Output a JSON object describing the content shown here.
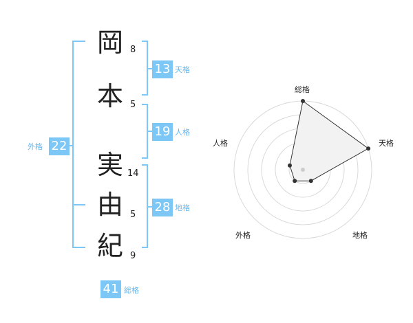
{
  "name": {
    "characters": [
      {
        "char": "岡",
        "strokes": "8"
      },
      {
        "char": "本",
        "strokes": "5"
      },
      {
        "char": "実",
        "strokes": "14"
      },
      {
        "char": "由",
        "strokes": "5"
      },
      {
        "char": "紀",
        "strokes": "9"
      }
    ]
  },
  "kaku": {
    "tenkaku": {
      "label": "天格",
      "value": "13"
    },
    "jinkaku": {
      "label": "人格",
      "value": "19"
    },
    "chikaku": {
      "label": "地格",
      "value": "28"
    },
    "gaikaku": {
      "label": "外格",
      "value": "22"
    },
    "soukaku": {
      "label": "総格",
      "value": "41"
    }
  },
  "colors": {
    "accent": "#7cc7f5",
    "label": "#62b7ee",
    "bracket": "#7cc7f5",
    "ring": "#d9d9d9",
    "polygon_fill": "#f2f2f2",
    "polygon_stroke": "#333333"
  },
  "chart_data": {
    "type": "radar",
    "axes": [
      "総格",
      "天格",
      "地格",
      "外格",
      "人格"
    ],
    "values": [
      5,
      5,
      1,
      1,
      1
    ],
    "range": [
      0,
      5
    ],
    "rings": 5
  }
}
